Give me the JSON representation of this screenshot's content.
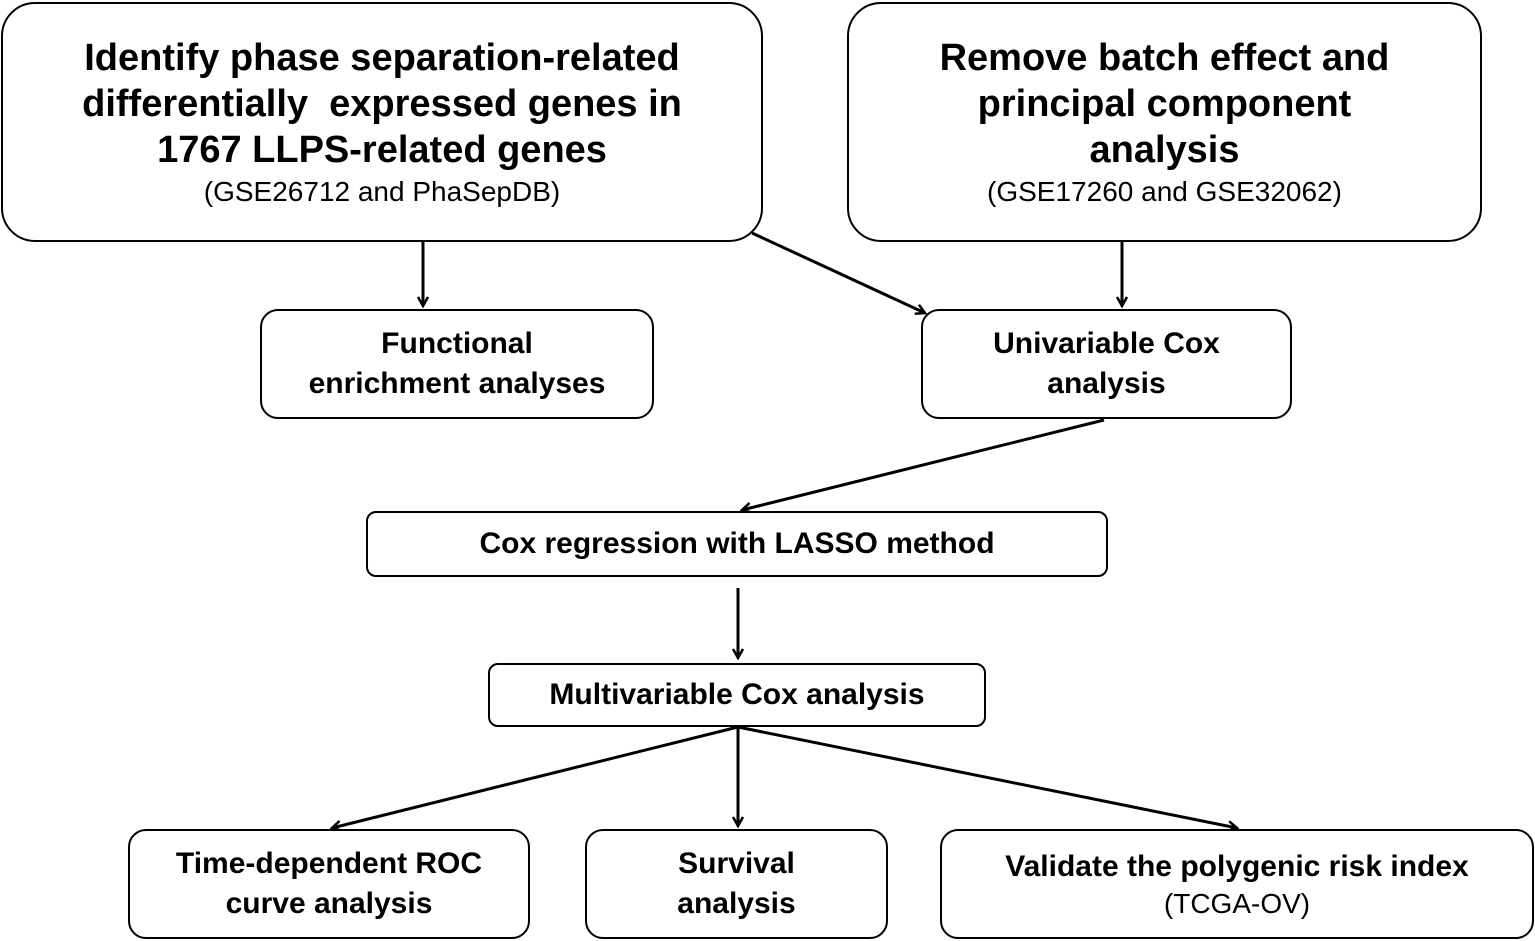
{
  "nodes": {
    "identify": {
      "title_lines": [
        "Identify phase separation-related",
        "differentially  expressed genes in",
        "1767 LLPS-related genes"
      ],
      "subtitle": "(GSE26712 and PhaSepDB)"
    },
    "remove_batch": {
      "title_lines": [
        "Remove batch effect and",
        "principal component",
        "analysis"
      ],
      "subtitle": "(GSE17260 and GSE32062)"
    },
    "functional": {
      "title_lines": [
        "Functional",
        "enrichment analyses"
      ]
    },
    "univariable": {
      "title_lines": [
        "Univariable Cox",
        "analysis"
      ]
    },
    "lasso": {
      "title_lines": [
        "Cox regression with LASSO method"
      ]
    },
    "multivariable": {
      "title_lines": [
        "Multivariable Cox analysis"
      ]
    },
    "roc": {
      "title_lines": [
        "Time-dependent ROC",
        "curve analysis"
      ]
    },
    "survival": {
      "title_lines": [
        "Survival",
        "analysis"
      ]
    },
    "validate": {
      "title_lines": [
        "Validate the polygenic risk index"
      ],
      "subtitle": "(TCGA-OV)"
    }
  },
  "edges": [
    [
      "identify",
      "functional"
    ],
    [
      "identify",
      "univariable"
    ],
    [
      "remove_batch",
      "univariable"
    ],
    [
      "univariable",
      "lasso"
    ],
    [
      "lasso",
      "multivariable"
    ],
    [
      "multivariable",
      "roc"
    ],
    [
      "multivariable",
      "survival"
    ],
    [
      "multivariable",
      "validate"
    ]
  ]
}
